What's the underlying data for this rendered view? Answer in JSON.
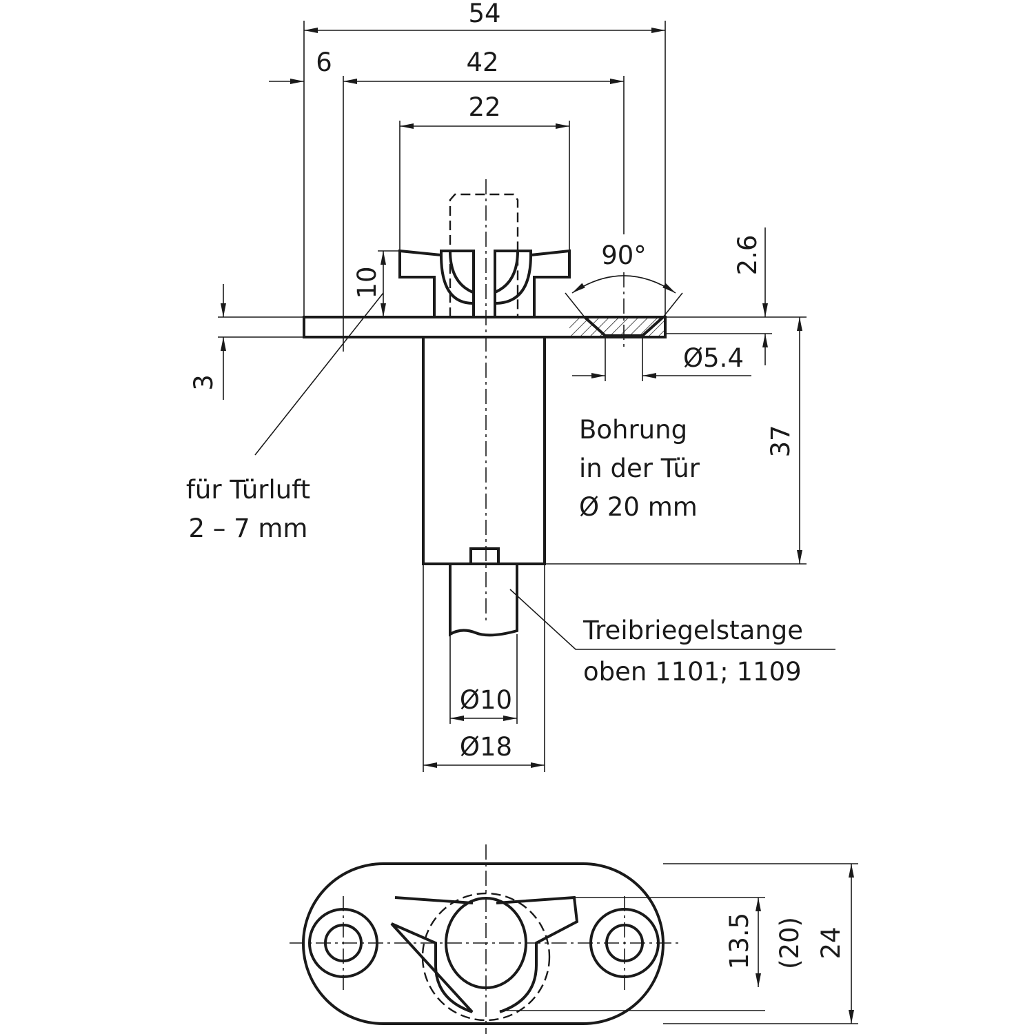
{
  "dimensions": {
    "overall_width": "54",
    "offset": "6",
    "hole_spacing": "42",
    "wing_width": "22",
    "wing_height": "10",
    "countersink_angle": "90°",
    "countersink_depth": "2.6",
    "plate_thickness": "3",
    "hole_diameter": "Ø5.4",
    "tube_length": "37",
    "rod_diameter": "Ø10",
    "tube_diameter": "Ø18",
    "inner_width": "13.5",
    "plate_inner_height": "(20)",
    "plate_height": "24"
  },
  "notes": {
    "door_gap_line1": "für Türluft",
    "door_gap_line2": "2 – 7  mm",
    "bore_line1": "Bohrung",
    "bore_line2": "in der Tür",
    "bore_line3": "Ø 20 mm",
    "rod_line1": "Treibriegelstange",
    "rod_line2": "oben 1101; 1109"
  },
  "colors": {
    "ink": "#1a1a1a",
    "background": "#ffffff"
  }
}
